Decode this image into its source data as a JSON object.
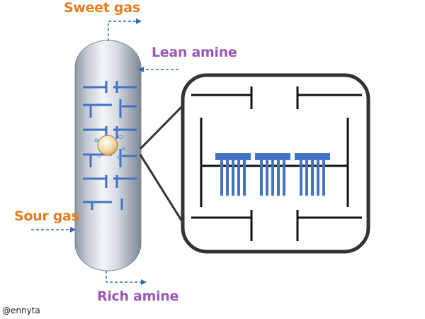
{
  "labels": {
    "sweet_gas": "Sweet gas",
    "lean_amine": "Lean amine",
    "sour_gas": "Sour gas",
    "rich_amine": "Rich amine"
  },
  "credit": "@ennyta",
  "colors": {
    "gas_label": "#e67e22",
    "amine_label": "#9b59b6",
    "tray": "#4472c4",
    "arrow": "#2e6db4",
    "outline": "#222222",
    "zoom_frame": "#333333"
  }
}
